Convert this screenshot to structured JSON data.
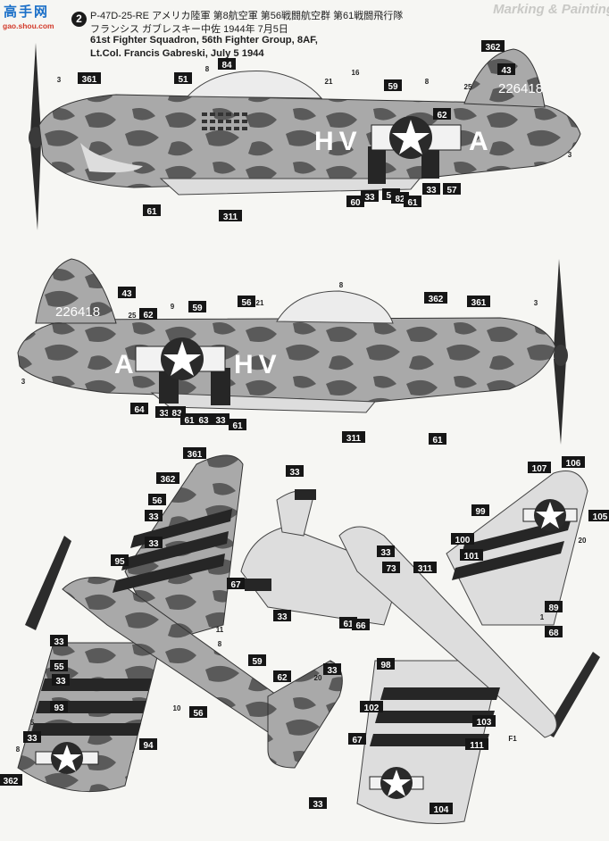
{
  "header": {
    "badge": "2",
    "line1": "P-47D-25-RE アメリカ陸軍 第8航空軍 第56戦闘航空群 第61戦闘飛行隊",
    "line2": "フランシス ガブレスキー中佐 1944年 7月5日",
    "line3": "61st Fighter Squadron, 56th Fighter Group, 8AF,",
    "line4": "Lt.Col. Francis Gabreski, July 5 1944",
    "edge_title": "Marking & Painting"
  },
  "watermark": {
    "text": "高手网",
    "url": "gao.shou.com"
  },
  "aircraft": {
    "serial": "226418",
    "code_letters": "HV",
    "individual_letter": "A"
  },
  "callouts": {
    "left_profile": [
      "3",
      "361",
      "8",
      "51",
      "84",
      "21",
      "16",
      "59",
      "8",
      "62",
      "25",
      "362",
      "43",
      "3",
      "61",
      "311",
      "60",
      "33",
      "58",
      "82",
      "61",
      "33",
      "57"
    ],
    "right_profile": [
      "43",
      "25",
      "62",
      "9",
      "59",
      "56",
      "21",
      "8",
      "362",
      "361",
      "3",
      "3",
      "64",
      "33",
      "83",
      "61",
      "63",
      "33",
      "61",
      "311",
      "61"
    ],
    "top_view": [
      "361",
      "362",
      "56",
      "33",
      "33",
      "95",
      "67",
      "11",
      "8",
      "33",
      "55",
      "33",
      "93",
      "5",
      "33",
      "8",
      "362",
      "94",
      "10",
      "56",
      "59",
      "62",
      "33",
      "33"
    ],
    "tail_view": [
      "33",
      "33",
      "73",
      "61",
      "66",
      "33"
    ],
    "bottom_view": [
      "107",
      "106",
      "105",
      "20",
      "99",
      "100",
      "101",
      "311",
      "89",
      "1",
      "68",
      "98",
      "102",
      "103",
      "F1",
      "111",
      "67",
      "104",
      "20",
      "33"
    ]
  },
  "colors": {
    "camo_light": "#a9a9a9",
    "camo_dark": "#555555",
    "underside": "#dddddd",
    "invasion_stripe": "#262626",
    "insignia_blue": "#2a2a2a",
    "callout_box": "#161616"
  }
}
